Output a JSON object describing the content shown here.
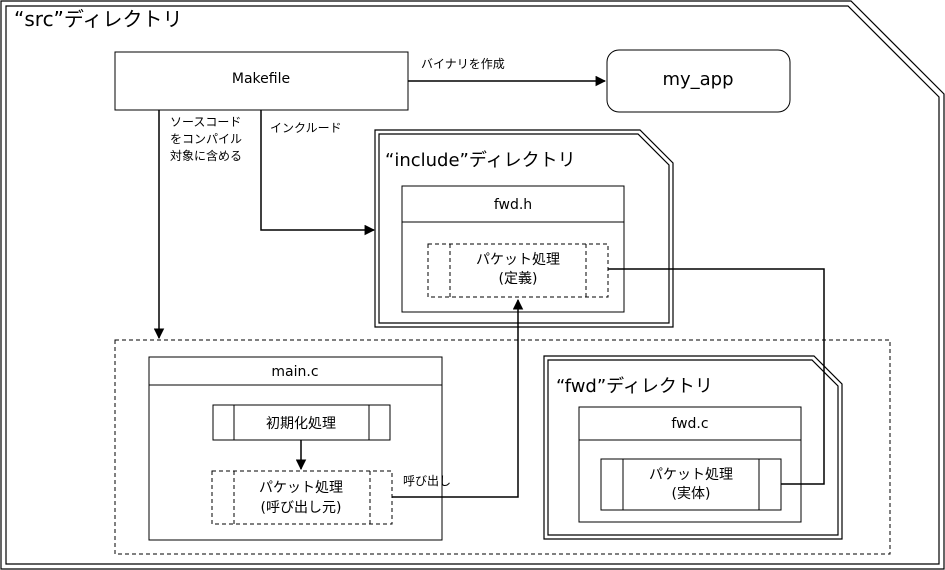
{
  "src_dir": {
    "title": "“src”ディレクトリ"
  },
  "makefile": {
    "label": "Makefile"
  },
  "my_app": {
    "label": "my_app"
  },
  "include_dir": {
    "title": "“include”ディレクトリ",
    "header_file": "fwd.h",
    "func_line1": "パケット処理",
    "func_line2": "(定義)"
  },
  "main_c": {
    "label": "main.c",
    "init_func": "初期化処理",
    "call_line1": "パケット処理",
    "call_line2": "(呼び出し元)"
  },
  "fwd_dir": {
    "title": "“fwd”ディレクトリ",
    "source_file": "fwd.c",
    "impl_line1": "パケット処理",
    "impl_line2": "(実体)"
  },
  "edges": {
    "build_binary": "バイナリを作成",
    "include_source_line1": "ソースコード",
    "include_source_line2": "をコンパイル",
    "include_source_line3": "対象に含める",
    "include_header": "インクルード",
    "call": "呼び出し"
  }
}
